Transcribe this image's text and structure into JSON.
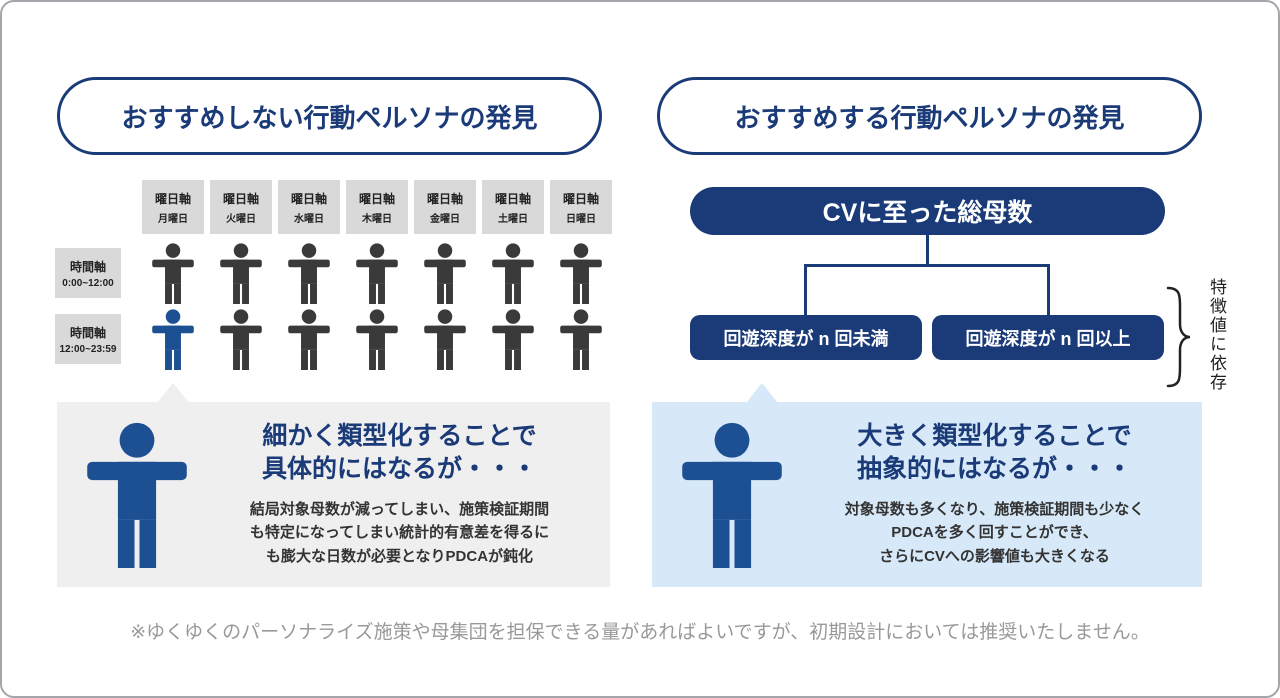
{
  "colors": {
    "navy": "#1a3a78",
    "person_gray": "#3a3a3a",
    "person_blue": "#1d4f93",
    "left_box_bg": "#efefef",
    "right_box_bg": "#d7e9f8",
    "label_box_bg": "#d9d9d9",
    "footer_text": "#999999"
  },
  "left_panel": {
    "header": "おすすめしない行動ペルソナの発見",
    "day_labels": [
      {
        "axis": "曜日軸",
        "day": "月曜日"
      },
      {
        "axis": "曜日軸",
        "day": "火曜日"
      },
      {
        "axis": "曜日軸",
        "day": "水曜日"
      },
      {
        "axis": "曜日軸",
        "day": "木曜日"
      },
      {
        "axis": "曜日軸",
        "day": "金曜日"
      },
      {
        "axis": "曜日軸",
        "day": "土曜日"
      },
      {
        "axis": "曜日軸",
        "day": "日曜日"
      }
    ],
    "time_labels": [
      {
        "axis": "時間軸",
        "range": "0:00~12:00"
      },
      {
        "axis": "時間軸",
        "range": "12:00~23:59"
      }
    ],
    "persona_grid": {
      "rows": 2,
      "cols": 7,
      "highlighted": {
        "row": 1,
        "col": 0
      }
    },
    "callout": {
      "title_lines": [
        "細かく類型化することで",
        "具体的にはなるが・・・"
      ],
      "body_lines": [
        "結局対象母数が減ってしまい、施策検証期間",
        "も特定になってしまい統計的有意差を得るに",
        "も膨大な日数が必要となりPDCAが鈍化"
      ]
    }
  },
  "right_panel": {
    "header": "おすすめする行動ペルソナの発見",
    "root_node": "CVに至った総母数",
    "branch_nodes": [
      "回遊深度が n 回未満",
      "回遊深度が n 回以上"
    ],
    "bracket_note": "特徴値に依存",
    "callout": {
      "title_lines": [
        "大きく類型化することで",
        "抽象的にはなるが・・・"
      ],
      "body_lines": [
        "対象母数も多くなり、施策検証期間も少なく",
        "PDCAを多く回すことができ、",
        "さらにCVへの影響値も大きくなる"
      ]
    }
  },
  "footer_note": "※ゆくゆくのパーソナライズ施策や母集団を担保できる量があればよいですが、初期設計においては推奨いたしません。"
}
